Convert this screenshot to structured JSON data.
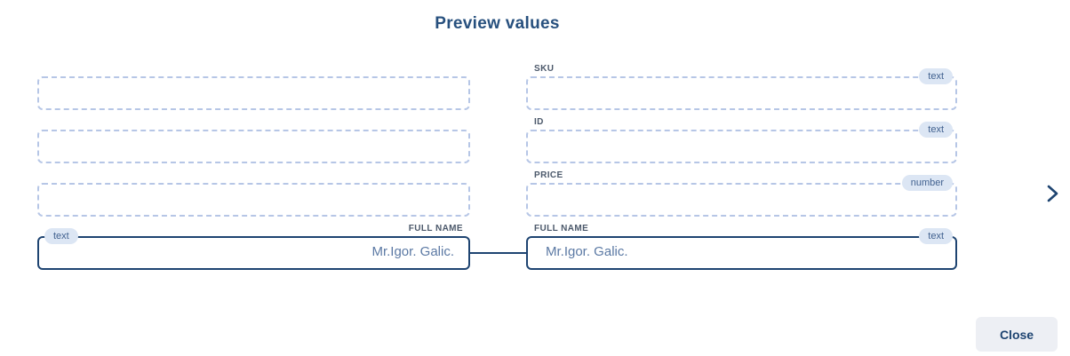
{
  "title": "Preview values",
  "left_column": {
    "fields": [
      {
        "label": "",
        "type": "",
        "value": ""
      },
      {
        "label": "",
        "type": "",
        "value": ""
      },
      {
        "label": "",
        "type": "",
        "value": ""
      },
      {
        "label": "FULL NAME",
        "type": "text",
        "value": "Mr.Igor. Galic."
      }
    ]
  },
  "right_column": {
    "fields": [
      {
        "label": "SKU",
        "type": "text",
        "value": ""
      },
      {
        "label": "ID",
        "type": "text",
        "value": ""
      },
      {
        "label": "PRICE",
        "type": "number",
        "value": ""
      },
      {
        "label": "FULL NAME",
        "type": "text",
        "value": "Mr.Igor. Galic."
      }
    ]
  },
  "pagination": {
    "next_icon": "chevron-right"
  },
  "footer": {
    "close_label": "Close"
  },
  "colors": {
    "accent": "#1e4471",
    "title_text": "#27507e",
    "dashed_border": "#b6c6e6",
    "badge_bg": "#dce6f4",
    "badge_text": "#41618f",
    "value_text": "#5b79a4",
    "label_text": "#4b586a",
    "close_button_bg": "#edeff4"
  }
}
